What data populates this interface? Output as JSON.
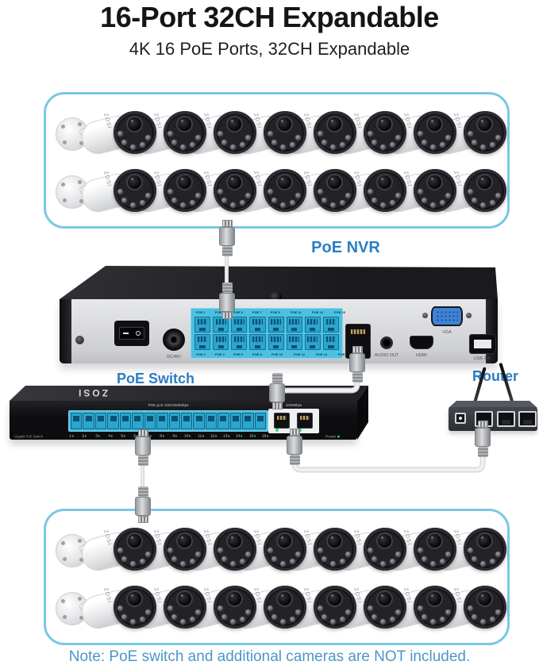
{
  "header": {
    "title": "16-Port 32CH Expandable",
    "subtitle": "4K 16 PoE Ports, 32CH Expandable"
  },
  "labels": {
    "nvr": "PoE NVR",
    "switch": "PoE Switch",
    "router": "Router"
  },
  "note": "Note: PoE switch and additional cameras are NOT included.",
  "cameras": {
    "brand": "ZOSI",
    "groups": 2,
    "rows_per_group": 2,
    "cameras_per_row": 8
  },
  "nvr": {
    "dc_label": "DC48V",
    "poe_labels_top": [
      "POE 1",
      "POE 3",
      "POE 5",
      "POE 7",
      "POE 9",
      "POE 11",
      "POE 13",
      "POE 15"
    ],
    "poe_labels_bottom": [
      "POE 2",
      "POE 4",
      "POE 6",
      "POE 8",
      "POE 10",
      "POE 12",
      "POE 14",
      "POE 16"
    ],
    "audio_label": "AUDIO OUT",
    "hdmi_label": "HDMI",
    "vga_label": "VGA",
    "usb_label": "USB 2.0"
  },
  "switch": {
    "brand": "ZOSI",
    "poe_text": "POE port 100/1000Mbps",
    "uplink_text": "1000Mbps",
    "left_text": "Gigabit PoE Switch",
    "power_text": "Power",
    "port_numbers": [
      "1",
      "2",
      "3",
      "4",
      "5",
      "6",
      "7",
      "8",
      "9",
      "10",
      "11",
      "12",
      "13",
      "14",
      "15",
      "16"
    ]
  },
  "colors": {
    "accent_blue": "#2b7dc4",
    "note_blue": "#4b98c4",
    "box_border": "#79c7e5",
    "poe_port_blue": "#4cc0e2"
  }
}
